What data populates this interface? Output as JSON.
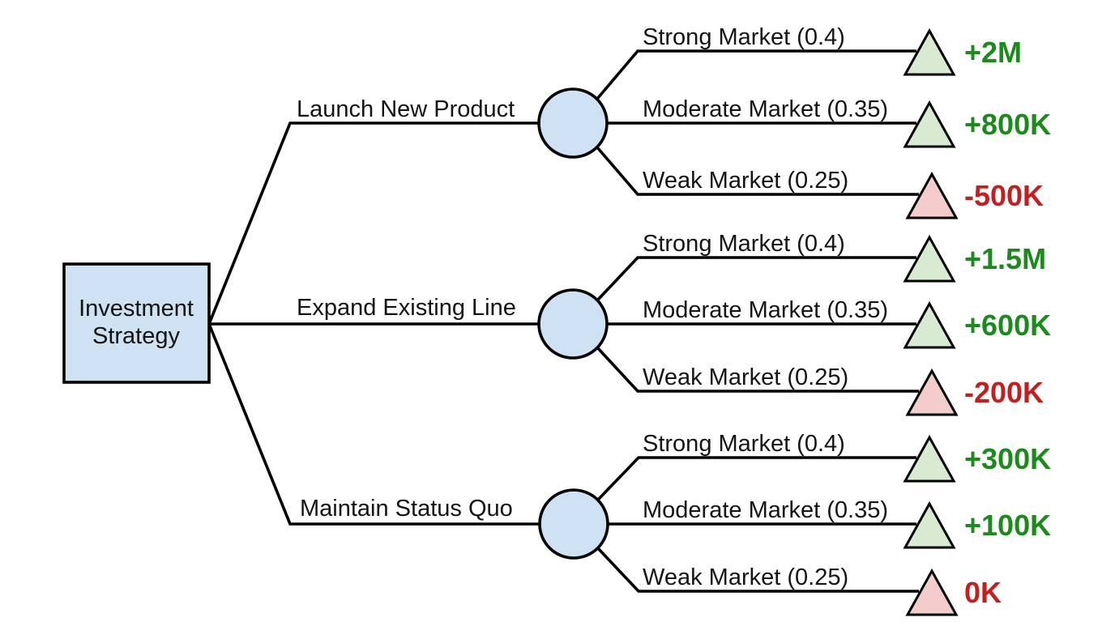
{
  "diagram_type": "decision-tree",
  "colors": {
    "node_fill": "#cfe2f3",
    "outline": "#000000",
    "triangle_positive_fill": "#d9ead3",
    "triangle_negative_fill": "#f4cccc",
    "payoff_positive": "#1c8a1c",
    "payoff_negative": "#c02020",
    "background": "#ffffff"
  },
  "root": {
    "label_line1": "Investment",
    "label_line2": "Strategy"
  },
  "branches": [
    {
      "label": "Launch New Product",
      "outcomes": [
        {
          "label": "Strong Market (0.4)",
          "payoff": "+2M",
          "sentiment": "positive"
        },
        {
          "label": "Moderate Market (0.35)",
          "payoff": "+800K",
          "sentiment": "positive"
        },
        {
          "label": "Weak Market (0.25)",
          "payoff": "-500K",
          "sentiment": "negative"
        }
      ]
    },
    {
      "label": "Expand Existing Line",
      "outcomes": [
        {
          "label": "Strong Market (0.4)",
          "payoff": "+1.5M",
          "sentiment": "positive"
        },
        {
          "label": "Moderate Market (0.35)",
          "payoff": "+600K",
          "sentiment": "positive"
        },
        {
          "label": "Weak Market (0.25)",
          "payoff": "-200K",
          "sentiment": "negative"
        }
      ]
    },
    {
      "label": "Maintain Status Quo",
      "outcomes": [
        {
          "label": "Strong Market (0.4)",
          "payoff": "+300K",
          "sentiment": "positive"
        },
        {
          "label": "Moderate Market (0.35)",
          "payoff": "+100K",
          "sentiment": "positive"
        },
        {
          "label": "Weak Market (0.25)",
          "payoff": "0K",
          "sentiment": "negative"
        }
      ]
    }
  ]
}
